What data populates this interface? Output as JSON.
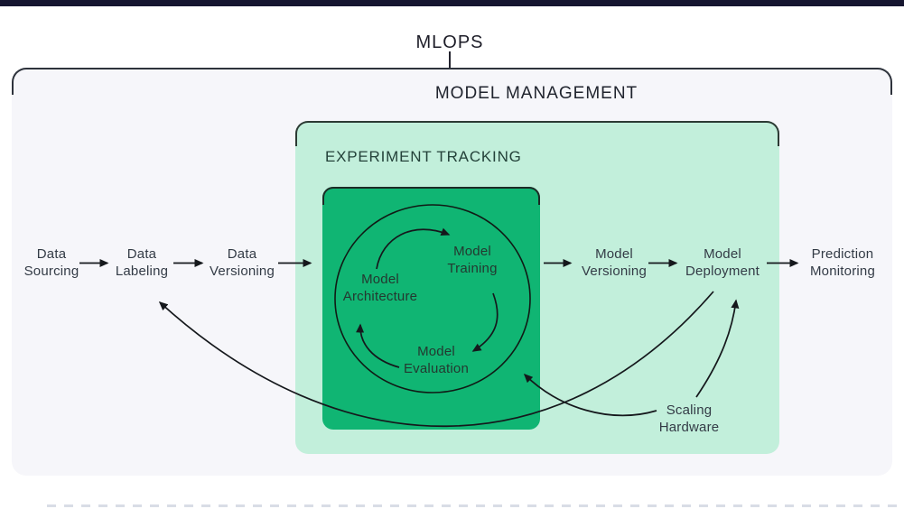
{
  "title": "MLOPS",
  "containers": {
    "model_management": {
      "label": "MODEL MANAGEMENT",
      "bg": "#f6f6fa"
    },
    "experiment_tracking": {
      "label": "EXPERIMENT TRACKING",
      "bg": "#c2efdb"
    },
    "training_cycle": {
      "bg": "#10b573"
    }
  },
  "nodes": {
    "data_sourcing": {
      "line1": "Data",
      "line2": "Sourcing"
    },
    "data_labeling": {
      "line1": "Data",
      "line2": "Labeling"
    },
    "data_versioning": {
      "line1": "Data",
      "line2": "Versioning"
    },
    "model_versioning": {
      "line1": "Model",
      "line2": "Versioning"
    },
    "model_deployment": {
      "line1": "Model",
      "line2": "Deployment"
    },
    "prediction_monitoring": {
      "line1": "Prediction",
      "line2": "Monitoring"
    },
    "model_architecture": {
      "line1": "Model",
      "line2": "Architecture"
    },
    "model_training": {
      "line1": "Model",
      "line2": "Training"
    },
    "model_evaluation": {
      "line1": "Model",
      "line2": "Evaluation"
    },
    "scaling_hardware": {
      "line1": "Scaling",
      "line2": "Hardware"
    }
  },
  "edges": [
    "Data Sourcing → Data Labeling",
    "Data Labeling → Data Versioning",
    "Data Versioning → Experiment Tracking cycle",
    "Experiment Tracking cycle → Model Versioning",
    "Model Versioning → Model Deployment",
    "Model Deployment → Prediction Monitoring",
    "Model Architecture → Model Training",
    "Model Training → Model Evaluation",
    "Model Evaluation → Model Architecture",
    "Model Deployment → Data Labeling (feedback loop)",
    "Scaling Hardware → Model Deployment",
    "Scaling Hardware → Training cycle"
  ],
  "colors": {
    "top_bar": "#161630",
    "arrow": "#15181c",
    "outer_box": "#f6f6fa",
    "light_green": "#c2efdb",
    "dark_green": "#10b573"
  }
}
